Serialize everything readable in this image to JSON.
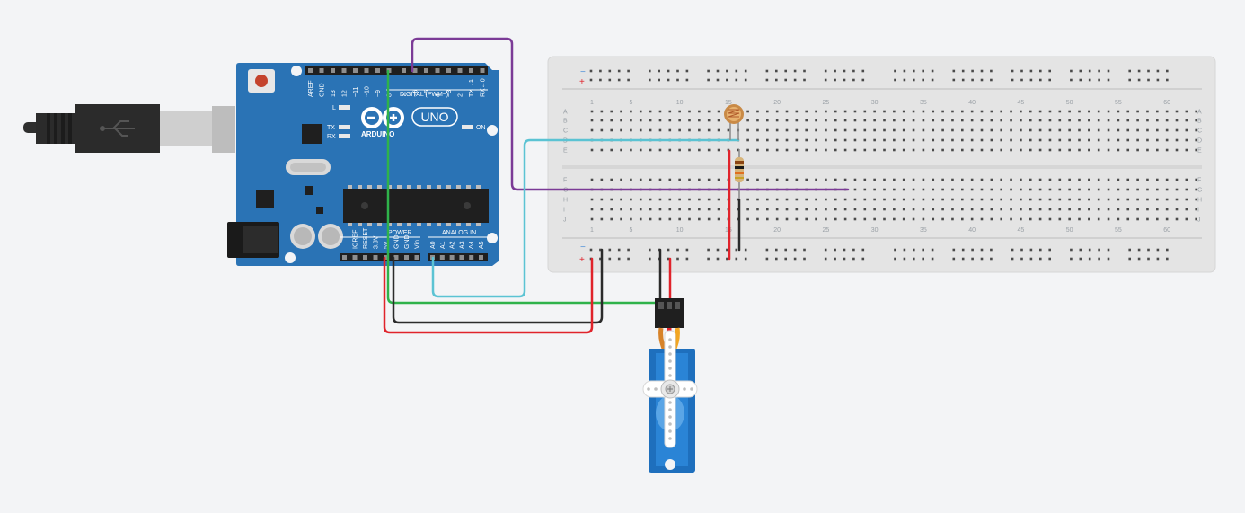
{
  "arduino": {
    "brand": "ARDUINO",
    "model": "UNO",
    "on_label": "ON",
    "tx_label": "TX",
    "rx_label": "RX",
    "l_label": "L",
    "digital_header": "DIGITAL (PWM~)",
    "power_header": "POWER",
    "analog_header": "ANALOG IN",
    "digital_pins": [
      "AREF",
      "GND",
      "13",
      "12",
      "~11",
      "~10",
      "~9",
      "8",
      "7",
      "~6",
      "~5",
      "4",
      "~3",
      "2",
      "TX→1",
      "RX←0"
    ],
    "power_pins": [
      "IOREF",
      "RESET",
      "3.3V",
      "5V",
      "GND",
      "GND",
      "Vin"
    ],
    "analog_pins": [
      "A0",
      "A1",
      "A2",
      "A3",
      "A4",
      "A5"
    ]
  },
  "breadboard": {
    "column_numbers": [
      "1",
      "5",
      "10",
      "15",
      "20",
      "25",
      "30",
      "35",
      "40",
      "45",
      "50",
      "55",
      "60"
    ],
    "row_letters_top": [
      "A",
      "B",
      "C",
      "D",
      "E"
    ],
    "row_letters_bottom": [
      "F",
      "G",
      "H",
      "I",
      "J"
    ],
    "rail_minus": "−",
    "rail_plus": "+"
  },
  "colors": {
    "background": "#f3f4f6",
    "board_blue": "#2a73b5",
    "wire_purple": "#7b3a96",
    "wire_cyan": "#5bc3d3",
    "wire_green": "#2fb24a",
    "wire_black": "#2b2b2b",
    "wire_red": "#e0232b",
    "servo_blue": "#1e6fbd"
  },
  "components": {
    "usb_cable": "usb-plug-icon",
    "photoresistor": "photoresistor-icon",
    "resistor": "resistor-icon",
    "servo": "servo-motor-icon"
  }
}
